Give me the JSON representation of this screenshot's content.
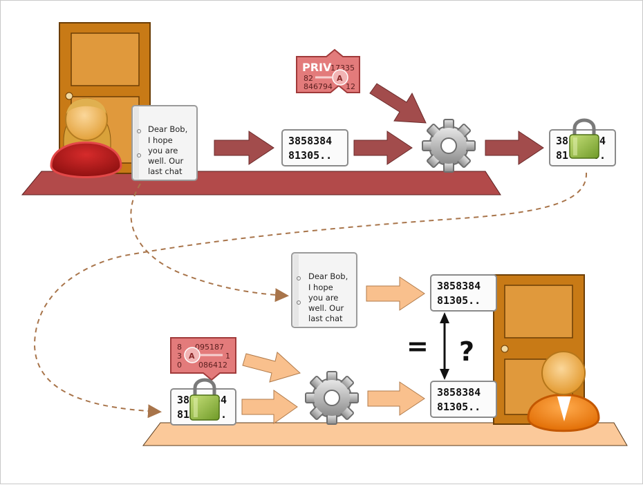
{
  "message": {
    "lines": [
      "Dear Bob,",
      "I hope",
      "you are",
      "well. Our",
      "last chat"
    ]
  },
  "digest": {
    "line1": "3858384",
    "line2": "81305.."
  },
  "private_key": {
    "label": "PRIV",
    "digits1": "17335",
    "digits2": "82",
    "digits3": "846794",
    "digits4": "12",
    "emblem_letter": "A"
  },
  "public_key": {
    "digits1": "8",
    "digits1b": "095187",
    "digits2": "3",
    "digits2b": "1",
    "digits3": "0",
    "digits3b": "086412",
    "emblem_letter": "A"
  },
  "signed_digest": {
    "visible1": "38",
    "visible1b": "84",
    "visible2": "81"
  },
  "compare": {
    "equals": "=",
    "question": "?"
  },
  "colors": {
    "sender_arrow": "#a24c4c",
    "receiver_arrow": "#f9c08d",
    "sender_floor": "#b74e4e",
    "receiver_floor": "#fbc99a",
    "door": "#c97c17",
    "key_tag": "#e9797a",
    "connector": "#a8744a"
  },
  "icons": [
    "door-icon",
    "person-alice-icon",
    "person-bob-icon",
    "gear-icon",
    "padlock-icon",
    "key-icon",
    "document-icon"
  ]
}
